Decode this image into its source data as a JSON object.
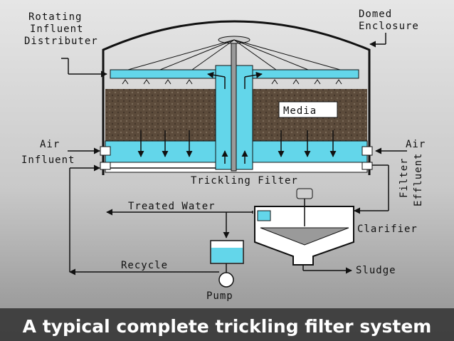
{
  "diagram": {
    "labels": {
      "rotating_distributor": [
        "Rotating",
        "Influent",
        "Distributer"
      ],
      "domed_enclosure": [
        "Domed",
        "Enclosure"
      ],
      "media": "Media",
      "air_left": "Air",
      "influent": "Influent",
      "air_right": "Air",
      "filter_effluent": [
        "Filter",
        "Effluent"
      ],
      "trickling_filter": "Trickling Filter",
      "treated_water": "Treated Water",
      "clarifier": "Clarifier",
      "recycle": "Recycle",
      "sludge": "Sludge",
      "pump": "Pump"
    },
    "caption": "A typical complete trickling filter system"
  },
  "colors": {
    "water": "#63d6ea",
    "media": "#5a4a3a",
    "background": "#c8c8c8",
    "caption_bg": "#3a3a3a"
  }
}
